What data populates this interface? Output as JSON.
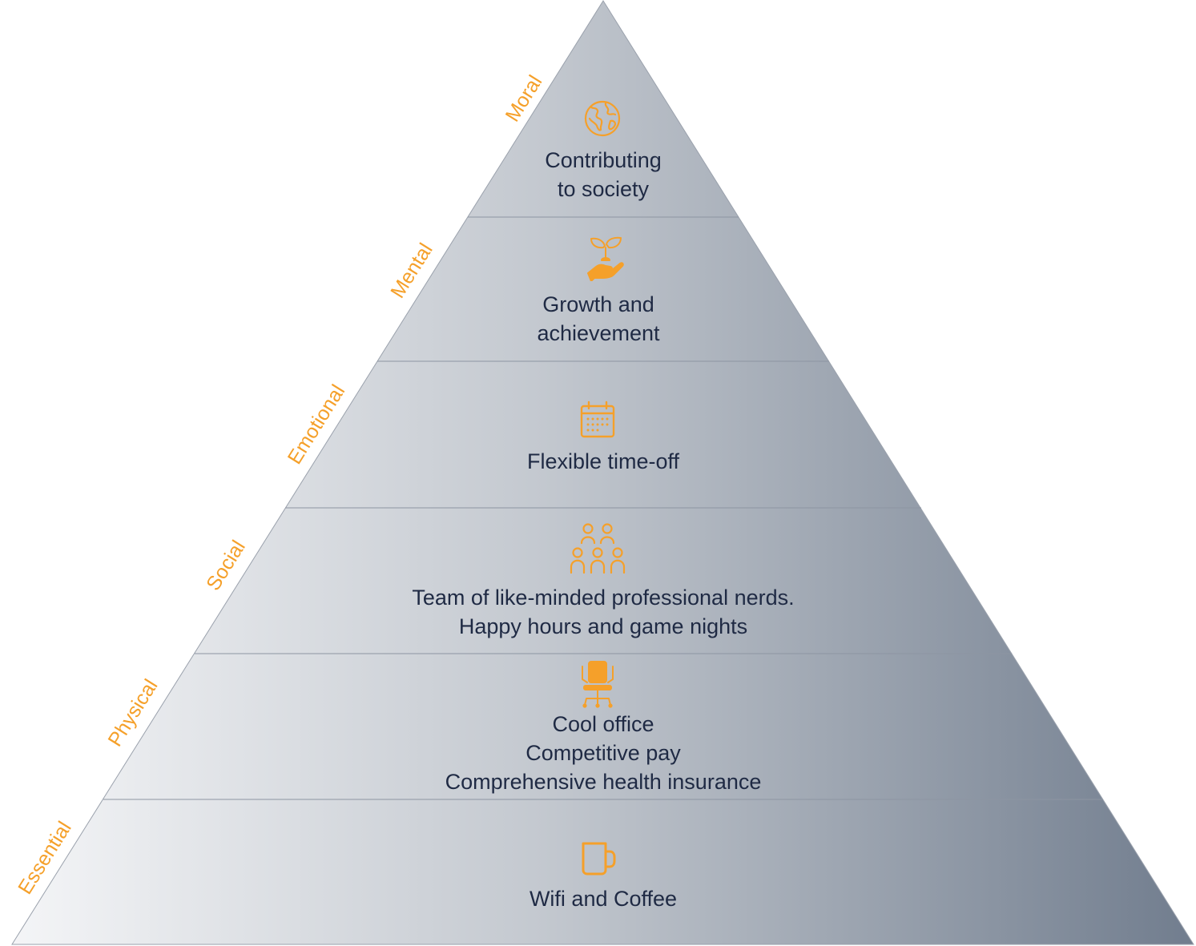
{
  "colors": {
    "accent": "#f5a02a",
    "text": "#1f2a44",
    "gradient_light": "#f4f5f7",
    "gradient_dark": "#717d8e",
    "divider": "#8d95a2"
  },
  "tiers": [
    {
      "label": "Moral",
      "icon": "globe-icon",
      "lines": [
        "Contributing",
        "to society"
      ]
    },
    {
      "label": "Mental",
      "icon": "plant-in-hand-icon",
      "lines": [
        "Growth and",
        "achievement"
      ]
    },
    {
      "label": "Emotional",
      "icon": "calendar-icon",
      "lines": [
        "Flexible time-off"
      ]
    },
    {
      "label": "Social",
      "icon": "team-icon",
      "lines": [
        "Team of like-minded professional nerds.",
        "Happy hours and game nights"
      ]
    },
    {
      "label": "Physical",
      "icon": "office-chair-icon",
      "lines": [
        "Cool office",
        "Competitive pay",
        "Comprehensive health insurance"
      ]
    },
    {
      "label": "Essential",
      "icon": "coffee-mug-icon",
      "lines": [
        "Wifi and Coffee"
      ]
    }
  ]
}
